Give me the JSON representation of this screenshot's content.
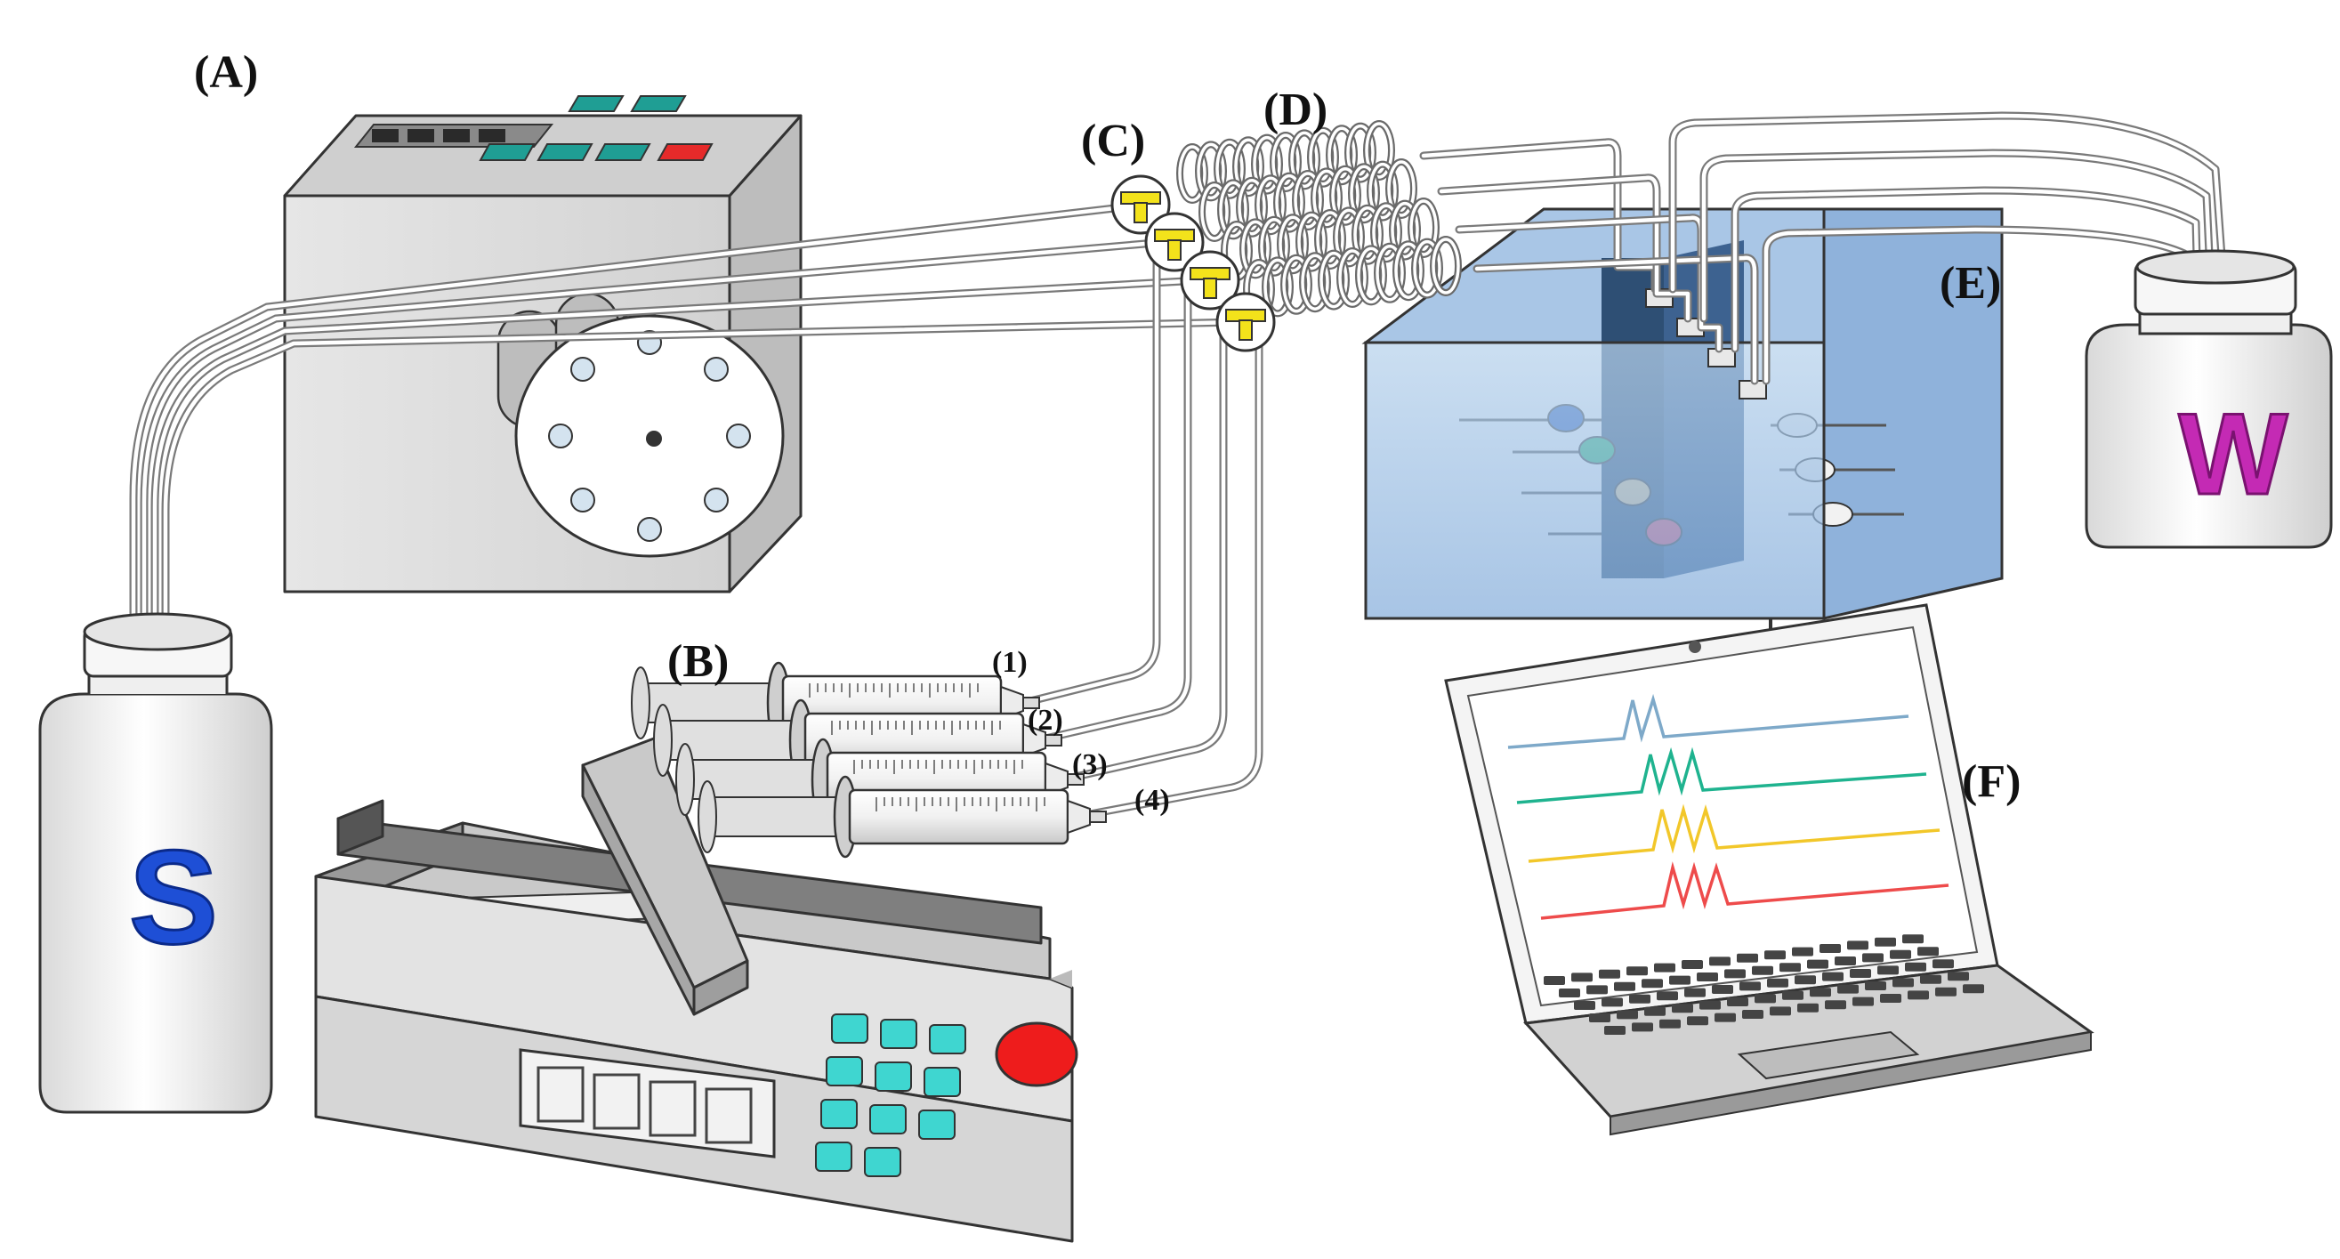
{
  "labels": {
    "a": "(A)",
    "b": "(B)",
    "c": "(C)",
    "d": "(D)",
    "e": "(E)",
    "f": "(F)"
  },
  "channels": [
    "(1)",
    "(2)",
    "(3)",
    "(4)"
  ],
  "bottles": {
    "source": "S",
    "waste": "W"
  },
  "colors": {
    "source_letter": "#1e4fd6",
    "waste_letter": "#c42ab4",
    "keypad": "#3fd6d0",
    "stop_button": "#ee1c1c",
    "tee_connector": "#f3e21b",
    "bath": "#8fb6de",
    "trace_blue": "#7ea9c9",
    "trace_green": "#1fb38f",
    "trace_yellow": "#f2c72a",
    "trace_red": "#ee4b4b"
  }
}
